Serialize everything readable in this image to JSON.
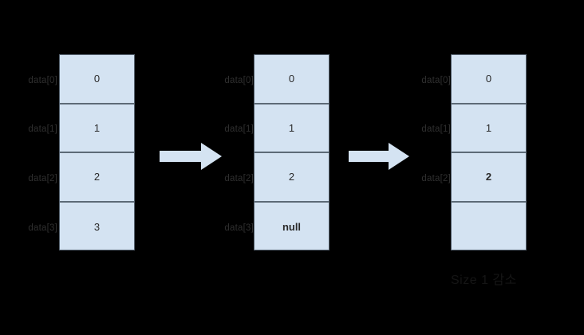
{
  "diagram": {
    "title": "array element removal steps",
    "colors": {
      "background": "#000000",
      "cell_fill": "#d4e3f2",
      "cell_border": "#55616e",
      "separator": "#5d6b77",
      "arrow_fill": "#d4e3f2",
      "label_text": "#2f2f2f",
      "value_text": "#2b2b2b",
      "caption_text": "#151515"
    },
    "stages": [
      {
        "id": "stage-1",
        "labels": [
          "data[0]",
          "data[1]",
          "data[2]",
          "data[3]"
        ],
        "cells": [
          {
            "value": "0",
            "bold": false,
            "empty": false
          },
          {
            "value": "1",
            "bold": false,
            "empty": false
          },
          {
            "value": "2",
            "bold": false,
            "empty": false
          },
          {
            "value": "3",
            "bold": false,
            "empty": false
          }
        ]
      },
      {
        "id": "stage-2",
        "labels": [
          "data[0]",
          "data[1]",
          "data[2]",
          "data[3]"
        ],
        "cells": [
          {
            "value": "0",
            "bold": false,
            "empty": false
          },
          {
            "value": "1",
            "bold": false,
            "empty": false
          },
          {
            "value": "2",
            "bold": false,
            "empty": false
          },
          {
            "value": "null",
            "bold": true,
            "empty": false
          }
        ]
      },
      {
        "id": "stage-3",
        "labels": [
          "data[0]",
          "data[1]",
          "data[2]",
          ""
        ],
        "cells": [
          {
            "value": "0",
            "bold": false,
            "empty": false
          },
          {
            "value": "1",
            "bold": false,
            "empty": false
          },
          {
            "value": "2",
            "bold": true,
            "empty": false
          },
          {
            "value": "",
            "bold": false,
            "empty": true
          }
        ]
      }
    ],
    "arrows": [
      {
        "id": "arrow-1",
        "icon": "right-arrow-icon"
      },
      {
        "id": "arrow-2",
        "icon": "right-arrow-icon"
      }
    ],
    "caption": "Size 1 감소"
  }
}
